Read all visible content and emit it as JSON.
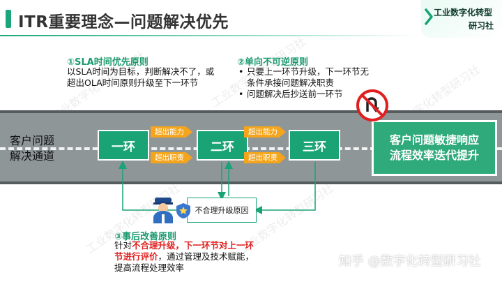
{
  "title": "ITR重要理念—问题解决优先",
  "logo": {
    "line1": "工业数字化转型",
    "line2": "研习社"
  },
  "principle1": {
    "heading": "①SLA时间优先原则",
    "body": "以SLA时间为目标，判断解决不了，或超出OLA时间原则升级至下一环节"
  },
  "principle2": {
    "heading": "②单向不可逆原则",
    "bullets": [
      "只要上一环节升级，下一环节无条件承接问题解决职责",
      "问题解决后抄送前一环节"
    ]
  },
  "principle3": {
    "heading": "③事后改善原则",
    "prefix": "针对",
    "highlight": "不合理升级，下一环节对上一环节进行评价",
    "suffix": "，通过管理及技术赋能，提高流程处理效率"
  },
  "lane_label": {
    "line1": "客户问题",
    "line2": "解决通道"
  },
  "stages": [
    "一环",
    "二环",
    "三环"
  ],
  "tags": {
    "beyond_capability": "超出能力",
    "beyond_duty": "超出职责"
  },
  "result": {
    "line1": "客户问题敏捷响应",
    "line2": "流程效率迭代提升"
  },
  "reason_box": "不合理升级原因",
  "watermark": "工业数字化转型研习社",
  "footer": "知乎 @数字化转型研习社",
  "colors": {
    "accent_green": "#1aa374",
    "heading_green": "#1a9a6d",
    "tag_orange": "#f4a51c",
    "road_gray": "#8f9698",
    "warning_red": "#e02020"
  },
  "icons": [
    "no-u-turn-icon",
    "police-officer-icon",
    "shield-badge-icon"
  ]
}
